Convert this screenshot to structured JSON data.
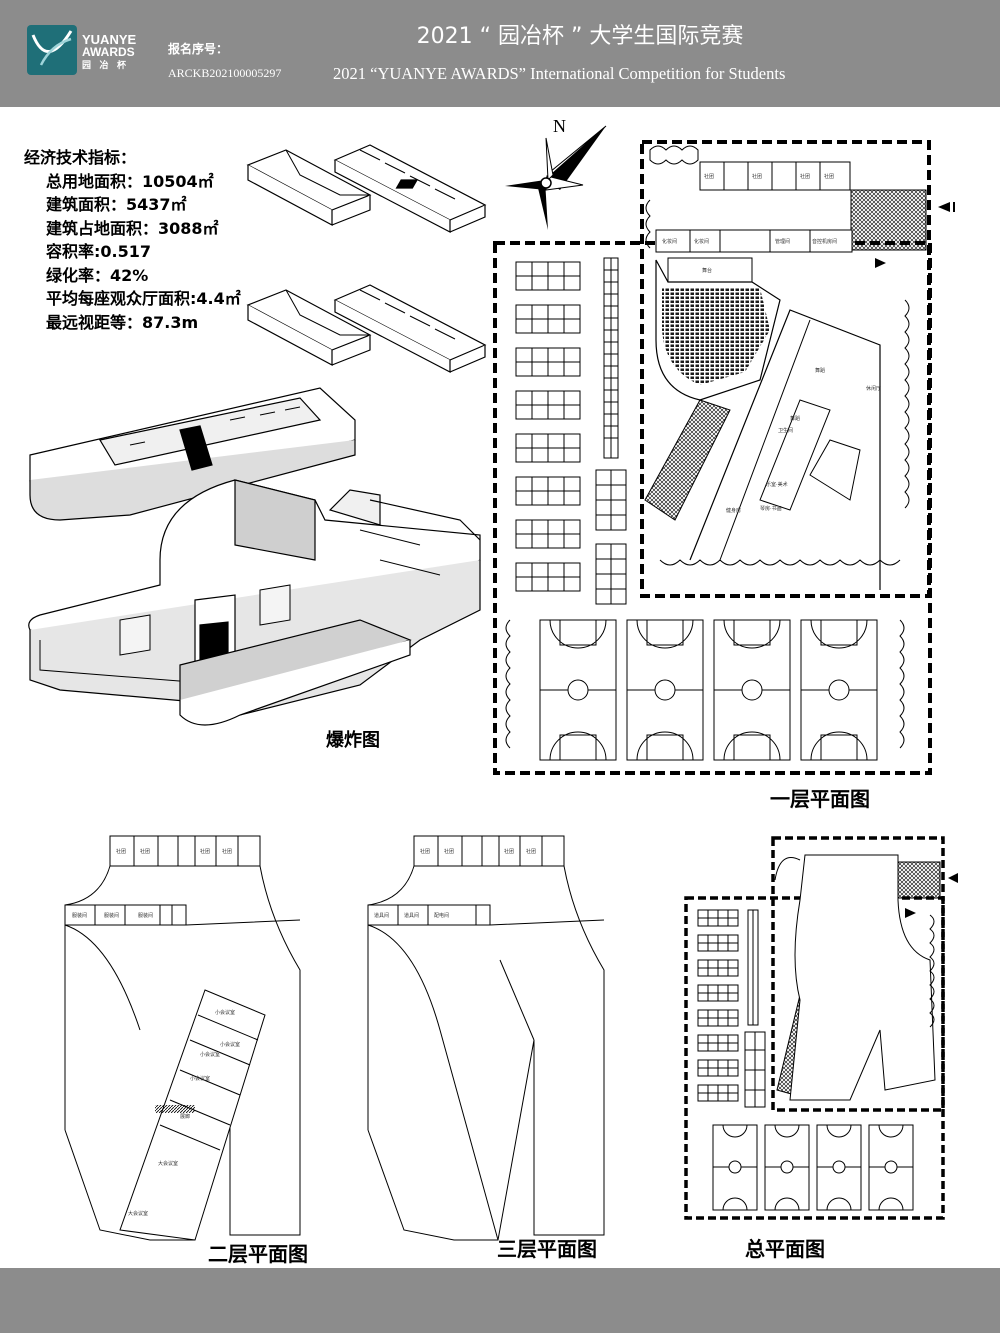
{
  "header": {
    "logo_name": "YUANYE",
    "logo_sub": "AWARDS",
    "logo_cn": "园 冶 杯",
    "reg_label": "报名序号：",
    "reg_number": "ARCKB202100005297",
    "title_cn": "2021 “ 园冶杯 ” 大学生国际竞赛",
    "title_en": "2021 “YUANYE AWARDS” International Competition for  Students"
  },
  "metrics": {
    "heading": "经济技术指标：",
    "items": [
      "总用地面积：10504㎡",
      "建筑面积：5437㎡",
      "建筑占地面积：3088㎡",
      "容积率:0.517",
      "绿化率：42%",
      "平均每座观众厅面积:4.4㎡",
      "最远视距等：87.3m"
    ]
  },
  "compass": {
    "label": "N"
  },
  "captions": {
    "exploded": "爆炸图",
    "floor1": "一层平面图",
    "floor2": "二层平面图",
    "floor3": "三层平面图",
    "site": "总平面图"
  },
  "room_labels": {
    "top_row": [
      "社团",
      "社团",
      "社团",
      "社团",
      "社团",
      "社团"
    ],
    "f1_mid": [
      "化妆间",
      "化妆间",
      "管理间",
      "音控机房间"
    ],
    "f1_stage": "舞台",
    "f1_rooms": [
      "舞蹈",
      "舞蹈",
      "卫生间",
      "健身房",
      "休闲厅",
      "乐室·美术",
      "琴房·书画"
    ],
    "f2_mid": [
      "服装间",
      "服装间",
      "服装间"
    ],
    "f2_rooms": [
      "小会议室",
      "小会议室",
      "小会议室",
      "小会议室",
      "展廊",
      "大会议室",
      "大会议室"
    ],
    "f3_mid": [
      "道具间",
      "道具间",
      "配电间"
    ]
  },
  "colors": {
    "band": "#8c8c8c",
    "logo": "#1f6f78",
    "line": "#000000"
  }
}
